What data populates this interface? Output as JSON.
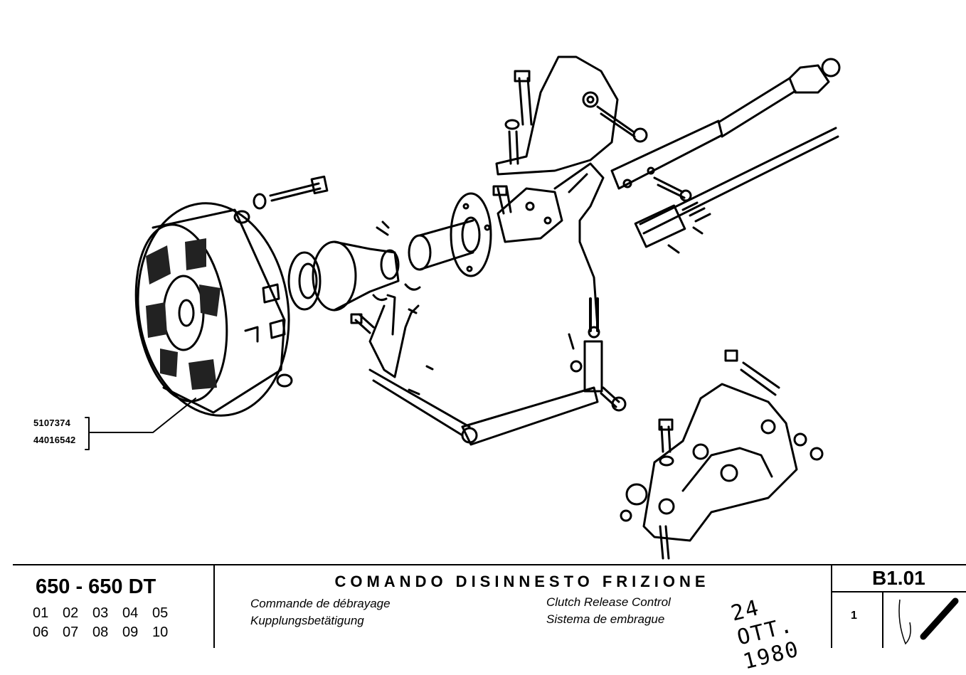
{
  "part_numbers": [
    "5107374",
    "44016542"
  ],
  "title_block": {
    "model": "650 - 650 DT",
    "variants_row1": [
      "01",
      "02",
      "03",
      "04",
      "05"
    ],
    "variants_row2": [
      "06",
      "07",
      "08",
      "09",
      "10"
    ],
    "title_it": "COMANDO DISINNESTO FRIZIONE",
    "title_fr": "Commande de débrayage",
    "title_de": "Kupplungsbetätigung",
    "title_en": "Clutch Release Control",
    "title_es": "Sistema de embrague",
    "stamp_date": "24 OTT. 1980",
    "ref_code": "B1.01",
    "sheet": "1"
  },
  "icons": [
    "clutch-assembly",
    "release-bearing",
    "guide-sleeve",
    "fork-shaft",
    "pedal-bracket",
    "adjusting-rod",
    "signature"
  ]
}
